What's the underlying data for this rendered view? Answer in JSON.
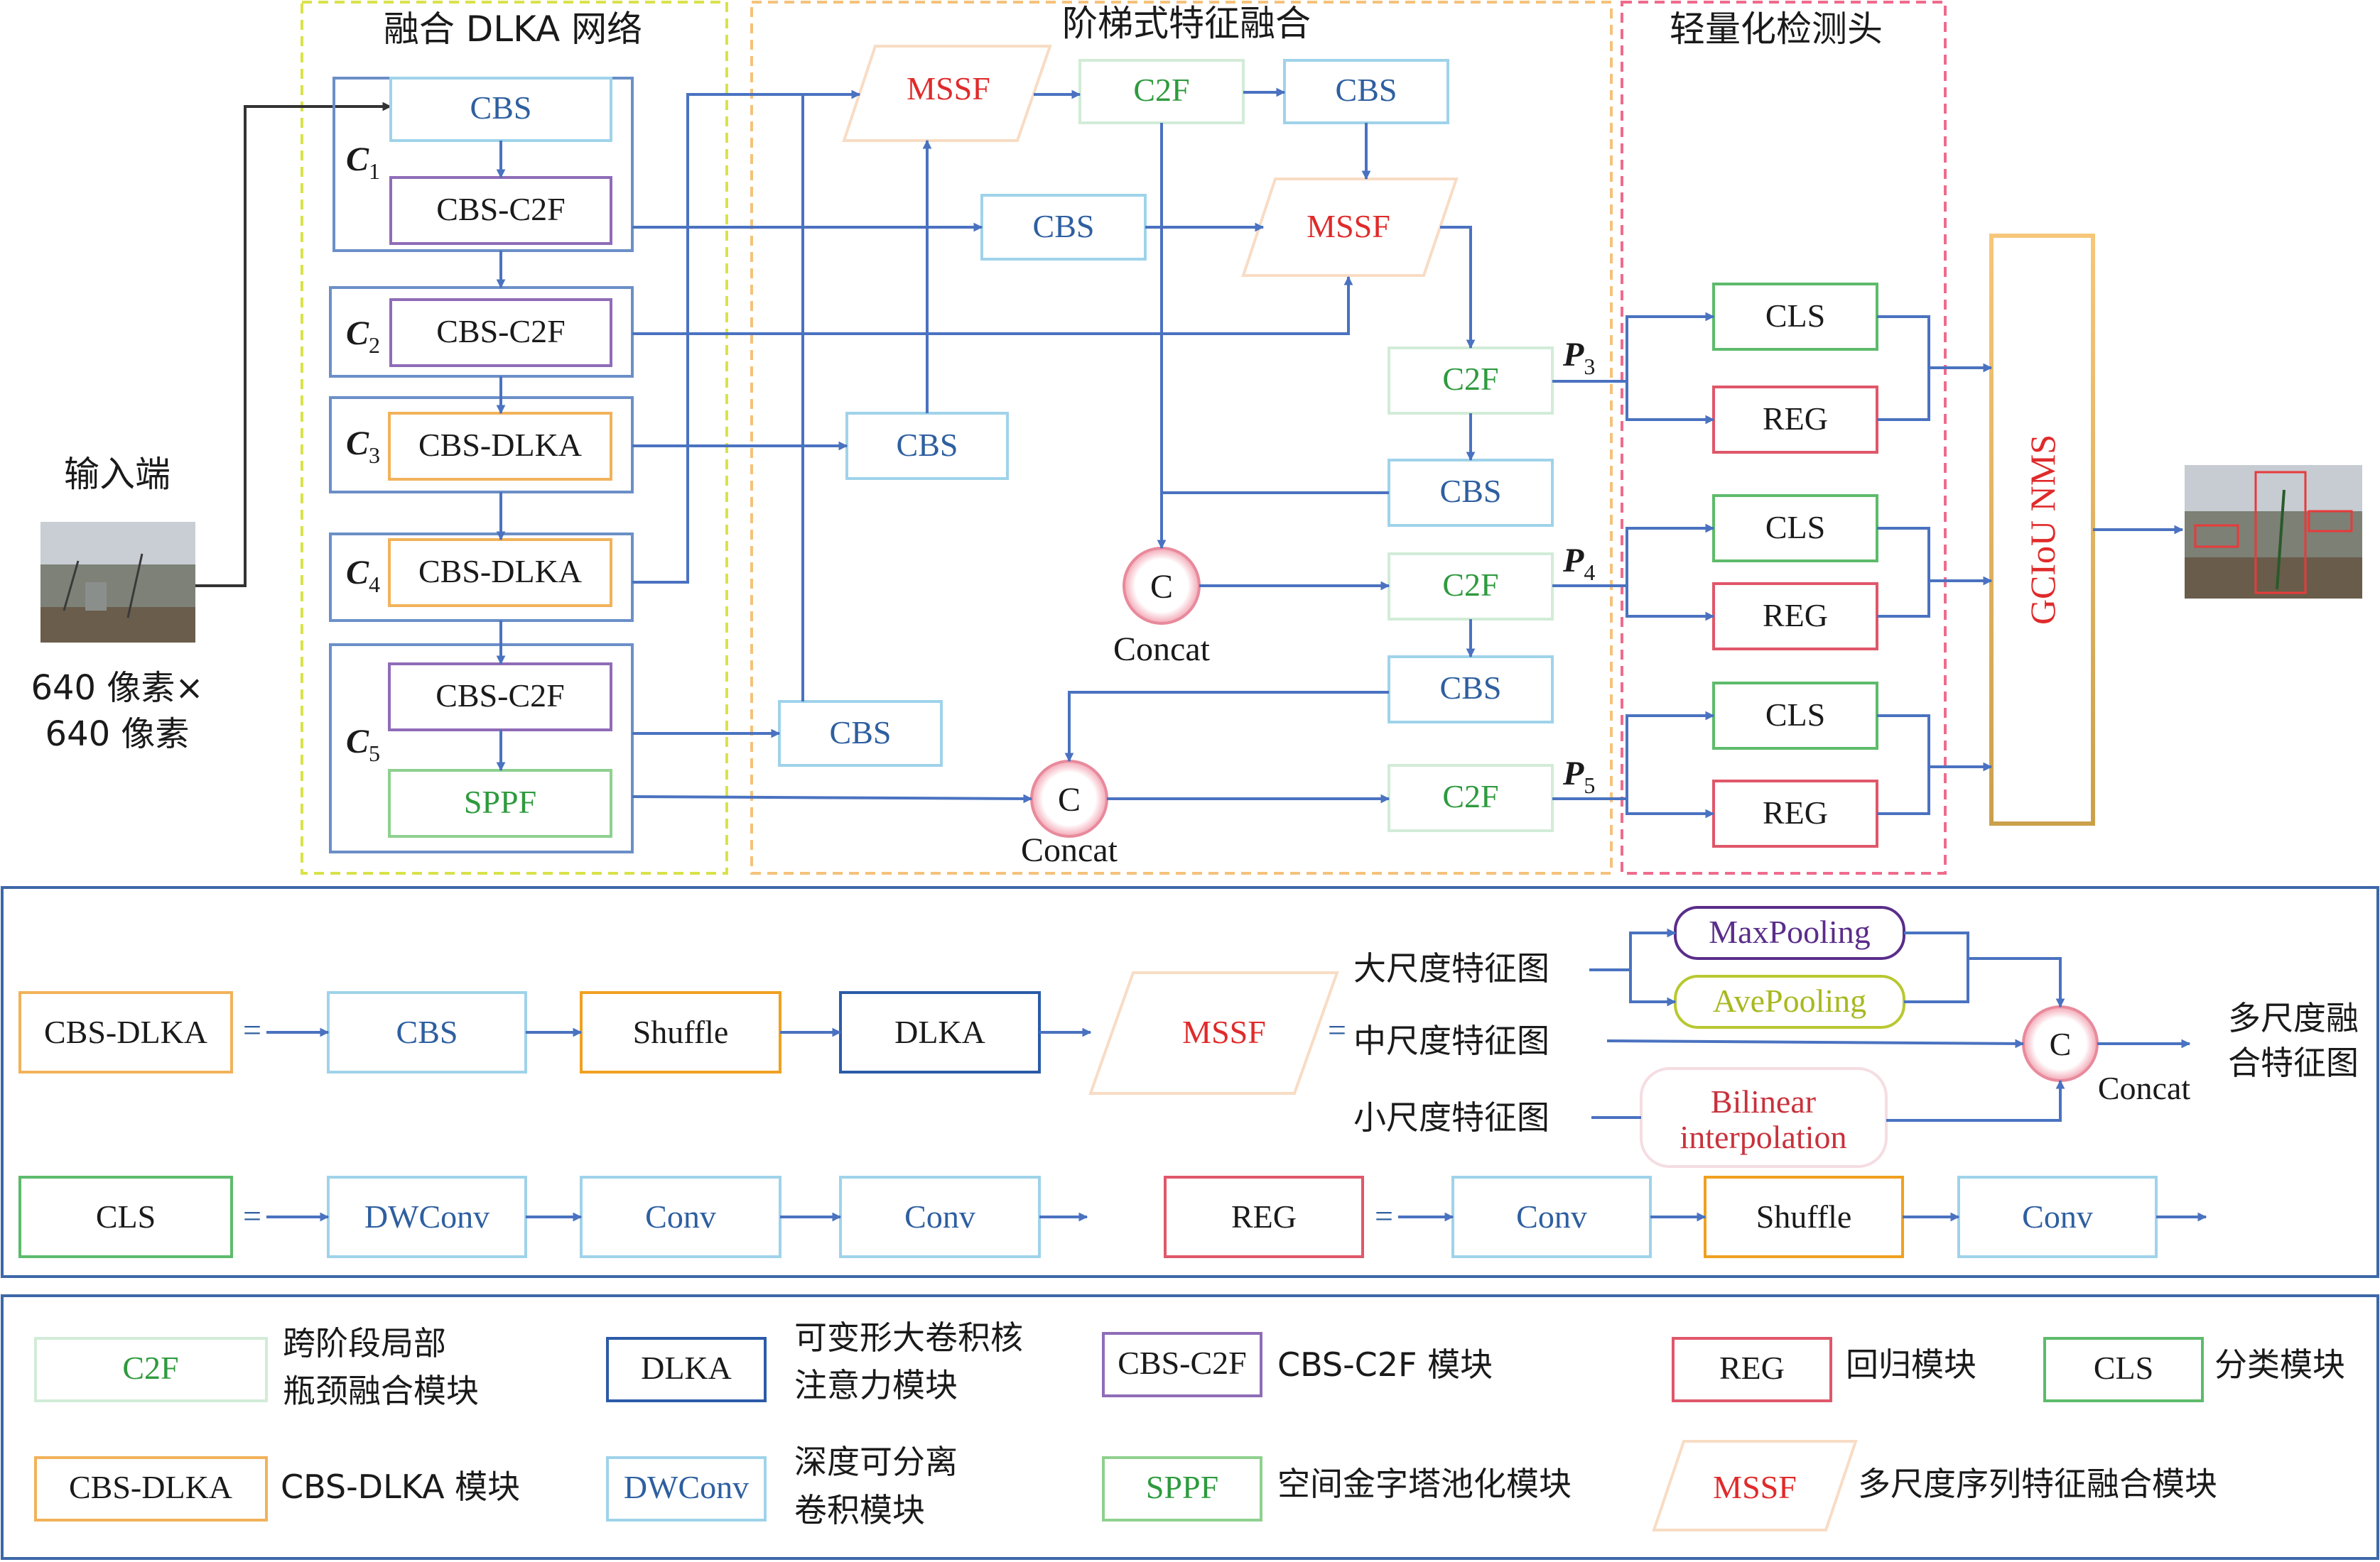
{
  "colors": {
    "arrow": "#4a72c0",
    "cbs_border": "#9fd3ea",
    "c2f_border": "#d2ecd7",
    "cbs_c2f_border": "#8f6cb8",
    "cbs_dlka_border": "#f2b25a",
    "sppf_border": "#8fd08f",
    "cls_border": "#5dbb6b",
    "reg_border": "#e0576a",
    "mssf_border": "#f8dcc4",
    "dlka_border": "#2b5ba8",
    "shuffle_border": "#f0a020",
    "stage_border": "#6b8fc8",
    "dlka_section_border": "#d9e24a",
    "fusion_section_border": "#f5c27a",
    "head_section_border": "#ef6b8c",
    "panel_border": "#3d68a8"
  },
  "sections": {
    "backbone_title": "融合 DLKA 网络",
    "fusion_title": "阶梯式特征融合",
    "head_title": "轻量化检测头"
  },
  "input": {
    "label": "输入端",
    "size_line1": "640 像素×",
    "size_line2": "640 像素"
  },
  "backbone": {
    "c1_top": "CBS",
    "c1_bottom": "CBS-C2F",
    "c2": "CBS-C2F",
    "c3": "CBS-DLKA",
    "c4": "CBS-DLKA",
    "c5_top": "CBS-C2F",
    "c5_bottom": "SPPF",
    "stage_letter": "C",
    "stage_subs": [
      "1",
      "2",
      "3",
      "4",
      "5"
    ]
  },
  "fusion": {
    "mssf_top": "MSSF",
    "c2f_top": "C2F",
    "cbs_top": "CBS",
    "cbs_mid": "CBS",
    "mssf_mid": "MSSF",
    "cbs_c3": "CBS",
    "cbs_c5": "CBS",
    "c2f_p3": "C2F",
    "cbs_after_p3": "CBS",
    "c2f_p4": "C2F",
    "cbs_after_p4": "CBS",
    "c2f_p5": "C2F",
    "concat_symbol": "C",
    "concat_label": "Concat",
    "p_letter": "P",
    "p_subs": [
      "3",
      "4",
      "5"
    ]
  },
  "head": {
    "cls": "CLS",
    "reg": "REG",
    "nms": "GCIoU NMS"
  },
  "panel1": {
    "cbs_dlka": "CBS-DLKA",
    "eq": "=",
    "cbs": "CBS",
    "shuffle": "Shuffle",
    "dlka": "DLKA",
    "mssf": "MSSF",
    "large_map": "大尺度特征图",
    "mid_map": "中尺度特征图",
    "small_map": "小尺度特征图",
    "maxpool": "MaxPooling",
    "avepool": "AvePooling",
    "bilinear_1": "Bilinear",
    "bilinear_2": "interpolation",
    "concat_symbol": "C",
    "concat_label": "Concat",
    "output_1": "多尺度融",
    "output_2": "合特征图",
    "cls": "CLS",
    "dwconv": "DWConv",
    "conv": "Conv",
    "reg": "REG"
  },
  "legend": {
    "c2f": "C2F",
    "c2f_desc_1": "跨阶段局部",
    "c2f_desc_2": "瓶颈融合模块",
    "dlka": "DLKA",
    "dlka_desc_1": "可变形大卷积核",
    "dlka_desc_2": "注意力模块",
    "cbs_c2f": "CBS-C2F",
    "cbs_c2f_desc": "CBS-C2F 模块",
    "reg": "REG",
    "reg_desc": "回归模块",
    "cls": "CLS",
    "cls_desc": "分类模块",
    "cbs_dlka": "CBS-DLKA",
    "cbs_dlka_desc": "CBS-DLKA 模块",
    "dwconv": "DWConv",
    "dwconv_desc_1": "深度可分离",
    "dwconv_desc_2": "卷积模块",
    "sppf": "SPPF",
    "sppf_desc": "空间金字塔池化模块",
    "mssf": "MSSF",
    "mssf_desc": "多尺度序列特征融合模块"
  }
}
